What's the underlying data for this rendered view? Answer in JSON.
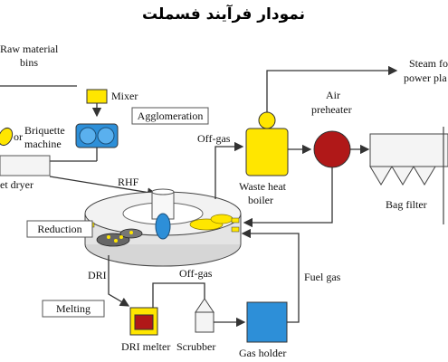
{
  "title": "نمودار فرآیند فسملت",
  "labels": {
    "raw_material_bins": [
      "Raw material",
      "bins"
    ],
    "mixer": "Mixer",
    "or": "or",
    "briquette_machine": [
      "Briquette",
      "machine"
    ],
    "dryer": "et dryer",
    "agglomeration": "Agglomeration",
    "rhf": "RHF",
    "reduction": "Reduction",
    "off_gas_top": "Off-gas",
    "waste_heat_boiler": [
      "Waste heat",
      "boiler"
    ],
    "air_preheater": [
      "Air",
      "preheater"
    ],
    "steam": [
      "Steam fo",
      "power pla"
    ],
    "bag_filter": "Bag filter",
    "dri": "DRI",
    "melting": "Melting",
    "off_gas_bottom": "Off-gas",
    "fuel_gas": "Fuel gas",
    "dri_melter": "DRI melter",
    "scrubber": "Scrubber",
    "gas_holder": "Gas holder"
  },
  "colors": {
    "yellow": "#ffe600",
    "blue": "#2d8fd8",
    "red": "#b01818",
    "gray": "#f0f0f0"
  }
}
